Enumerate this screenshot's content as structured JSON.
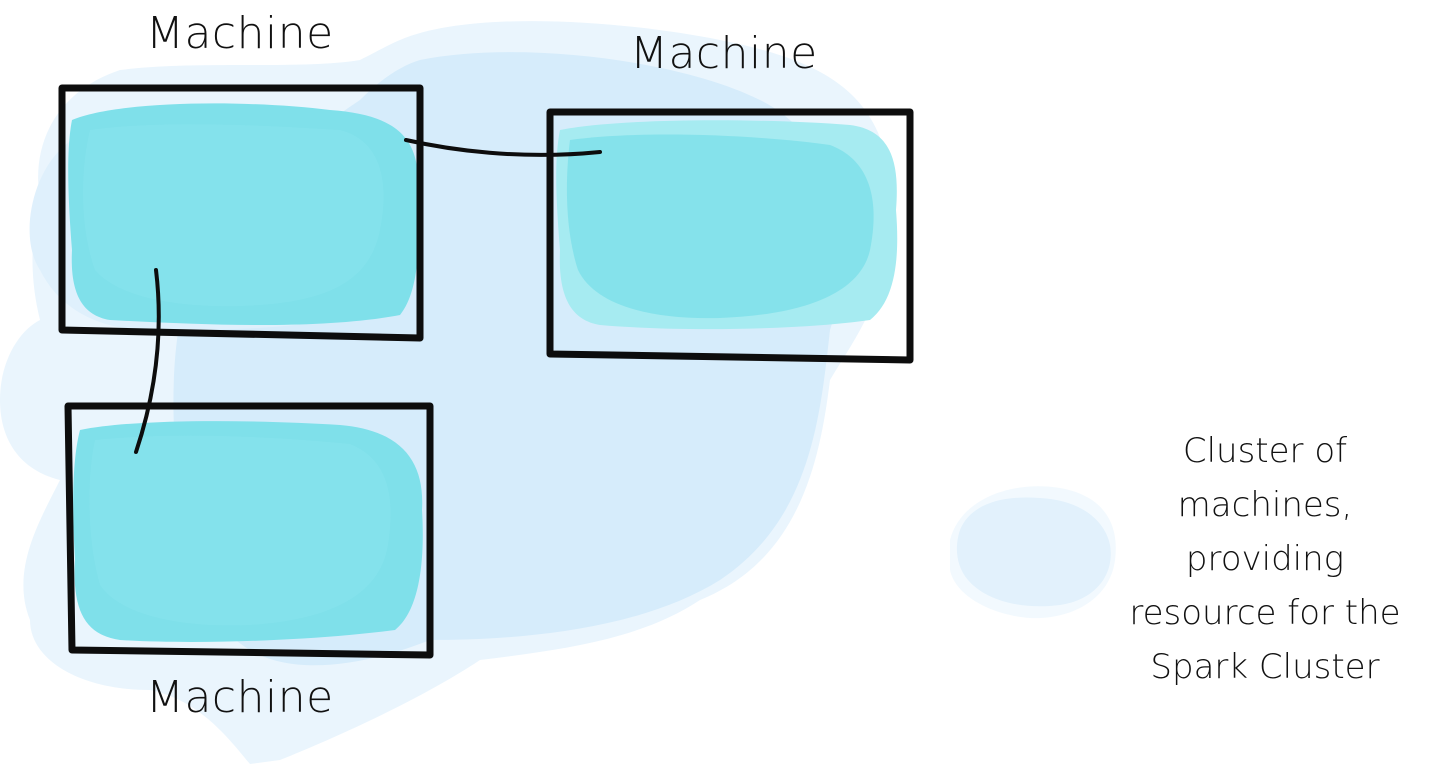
{
  "colors": {
    "cluster_wash": "#d6ecfb",
    "cluster_wash_light": "#eaf5fd",
    "machine_fill": "#7fe0ea",
    "machine_fill_light": "#a6ebf1",
    "outline": "#0d0d0d",
    "text": "#111111"
  },
  "machines": [
    {
      "label": "Machine"
    },
    {
      "label": "Machine"
    },
    {
      "label": "Machine"
    }
  ],
  "caption": {
    "lines": [
      "Cluster of",
      "machines,",
      "providing",
      "resource for the",
      "Spark Cluster"
    ]
  }
}
